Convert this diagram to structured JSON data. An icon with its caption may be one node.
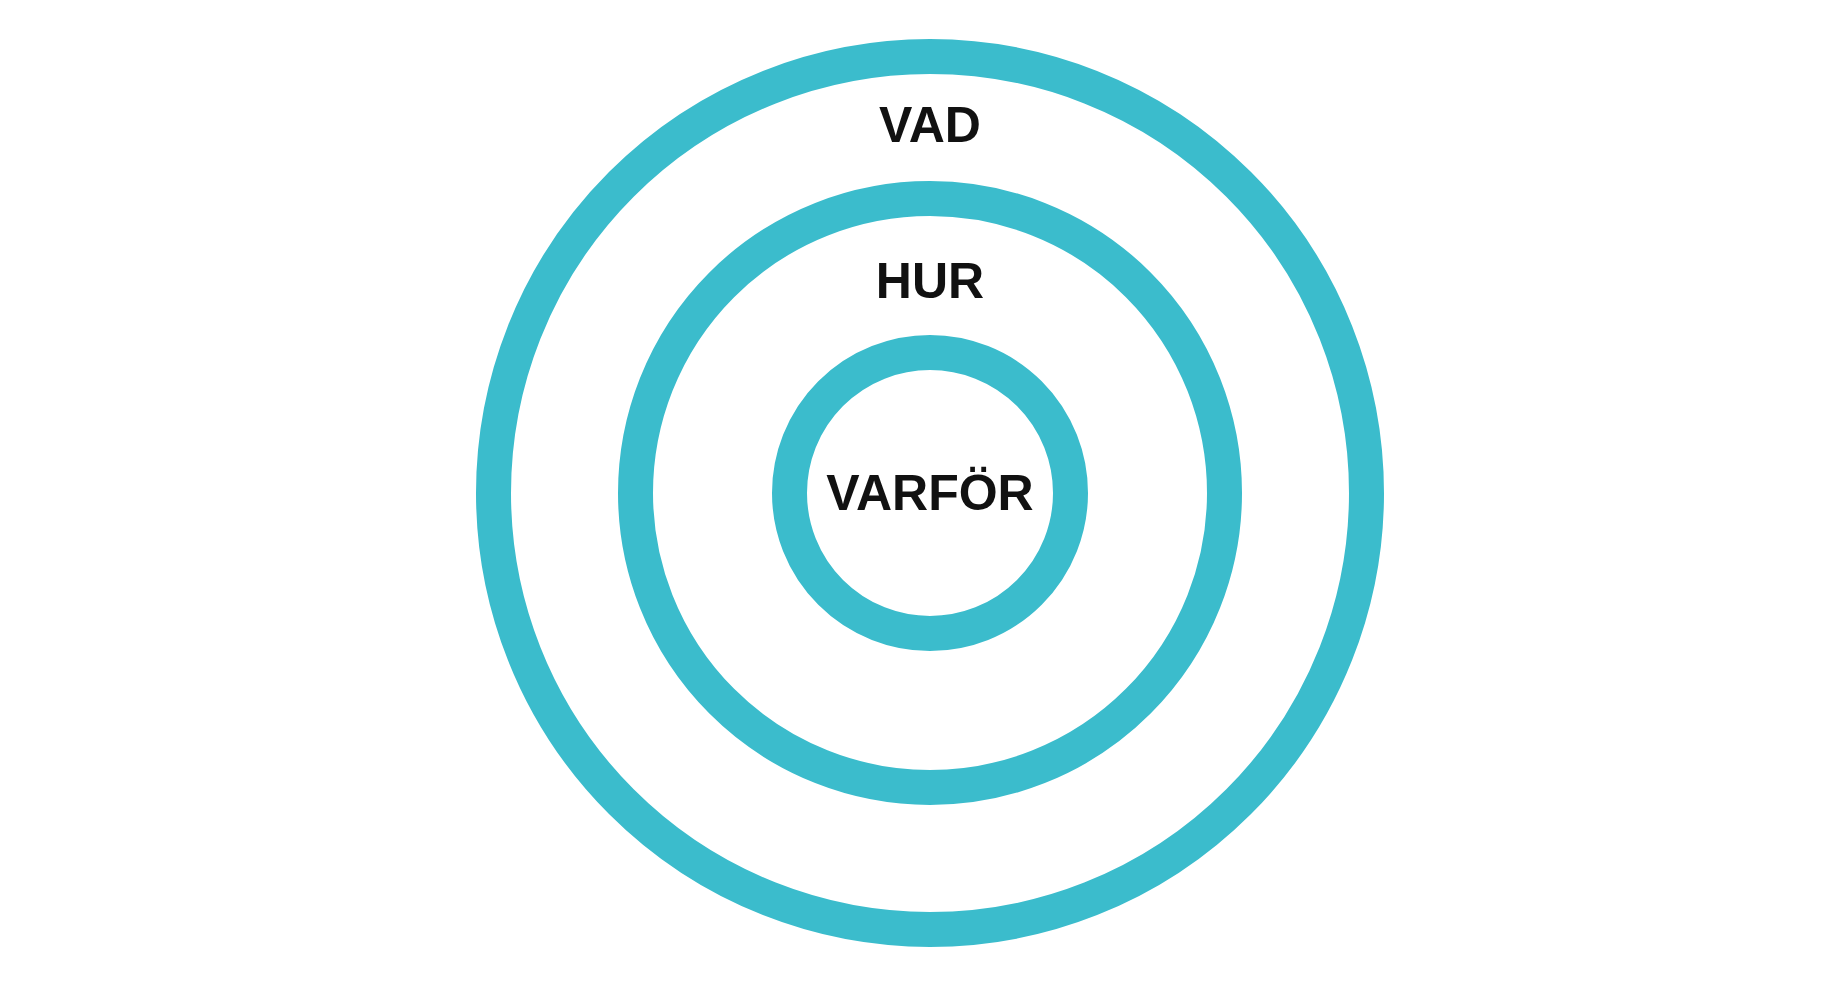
{
  "diagram": {
    "nodes": [
      {
        "text": [
          "VAD"
        ]
      },
      {
        "text": [
          "HUR"
        ],
        "in": 0
      },
      {
        "text": [
          "VARFÖR"
        ],
        "in": 1
      }
    ]
  }
}
